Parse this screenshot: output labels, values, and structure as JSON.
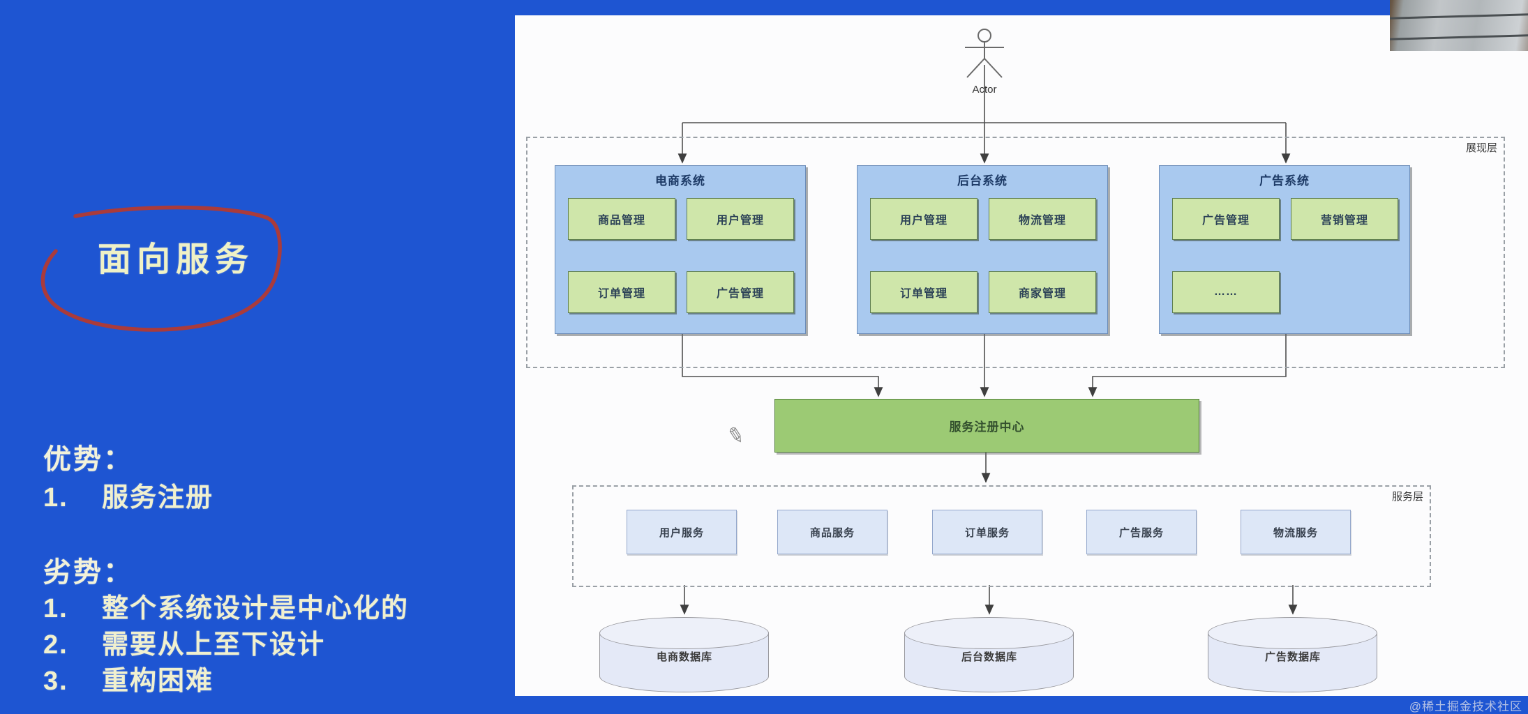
{
  "left_panel": {
    "title": "面向服务",
    "advantages": {
      "heading": "优势：",
      "items": [
        {
          "num": "1.",
          "text": "服务注册"
        }
      ]
    },
    "disadvantages": {
      "heading": "劣势：",
      "items": [
        {
          "num": "1.",
          "text": "整个系统设计是中心化的"
        },
        {
          "num": "2.",
          "text": "需要从上至下设计"
        },
        {
          "num": "3.",
          "text": "重构困难"
        }
      ]
    }
  },
  "diagram": {
    "actor_label": "Actor",
    "layers": {
      "presentation": "展现层",
      "service": "服务层"
    },
    "systems": [
      {
        "title": "电商系统",
        "modules": [
          "商品管理",
          "用户管理",
          "订单管理",
          "广告管理"
        ]
      },
      {
        "title": "后台系统",
        "modules": [
          "用户管理",
          "物流管理",
          "订单管理",
          "商家管理"
        ]
      },
      {
        "title": "广告系统",
        "modules": [
          "广告管理",
          "营销管理",
          "……"
        ]
      }
    ],
    "registry": "服务注册中心",
    "services": [
      "用户服务",
      "商品服务",
      "订单服务",
      "广告服务",
      "物流服务"
    ],
    "databases": [
      "电商数据库",
      "后台数据库",
      "广告数据库"
    ],
    "pencil_icon": "✎"
  },
  "page": {
    "watermark": "@稀土掘金技术社区"
  },
  "colors": {
    "background": "#1e55d2",
    "panel": "#fcfcfd",
    "system_box_fill": "#a9c9ef",
    "module_fill": "#cfe6aa",
    "registry_fill": "#9cca74",
    "service_box_fill": "#dde7f7",
    "database_fill": "#e4e9f7",
    "left_text": "#f0f1c8",
    "annotation_red": "#b23a33"
  }
}
